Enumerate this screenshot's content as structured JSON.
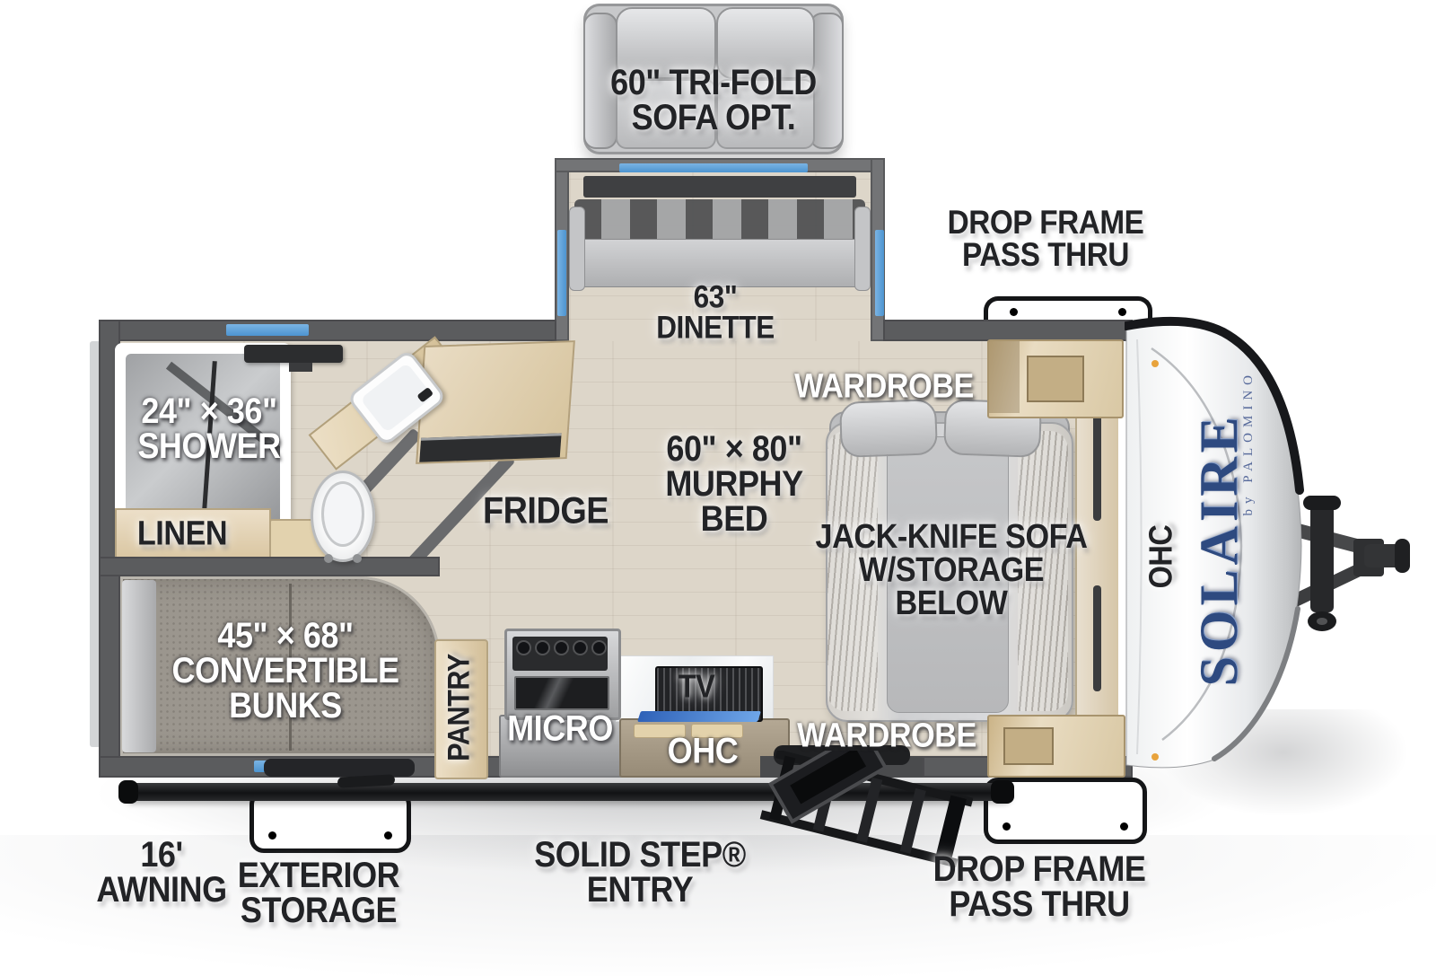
{
  "labels": {
    "trifold_sofa": "60\" TRI-FOLD\nSOFA OPT.",
    "drop_frame_top": "DROP FRAME\nPASS THRU",
    "dinette": "63\"\nDINETTE",
    "wardrobe_top": "WARDROBE",
    "murphy_bed": "60\" × 80\"\nMURPHY\nBED",
    "jack_knife_sofa": "JACK-KNIFE SOFA\nW/STORAGE\nBELOW",
    "fridge": "FRIDGE",
    "shower": "24\" × 36\"\nSHOWER",
    "linen": "LINEN",
    "bunks": "45\" × 68\"\nCONVERTIBLE\nBUNKS",
    "pantry": "PANTRY",
    "micro": "MICRO",
    "tv": "TV",
    "ohc_kitchen": "OHC",
    "wardrobe_bottom": "WARDROBE",
    "ohc_front": "OHC",
    "awning": "16'\nAWNING",
    "exterior_storage": "EXTERIOR\nSTORAGE",
    "solid_step_entry": "SOLID STEP®\nENTRY",
    "drop_frame_bottom": "DROP FRAME\nPASS THRU"
  },
  "brand": {
    "logo": "SOLAIRE",
    "sub": "by PALOMINO"
  },
  "colors": {
    "wall": "#5b5c5e",
    "slide_wall": "#737476",
    "accent_blue": "#5da0dc",
    "floor_wood": "#ddd6c9",
    "cabinet_wood": "#dfc9a2",
    "label_dark": "#222326"
  }
}
